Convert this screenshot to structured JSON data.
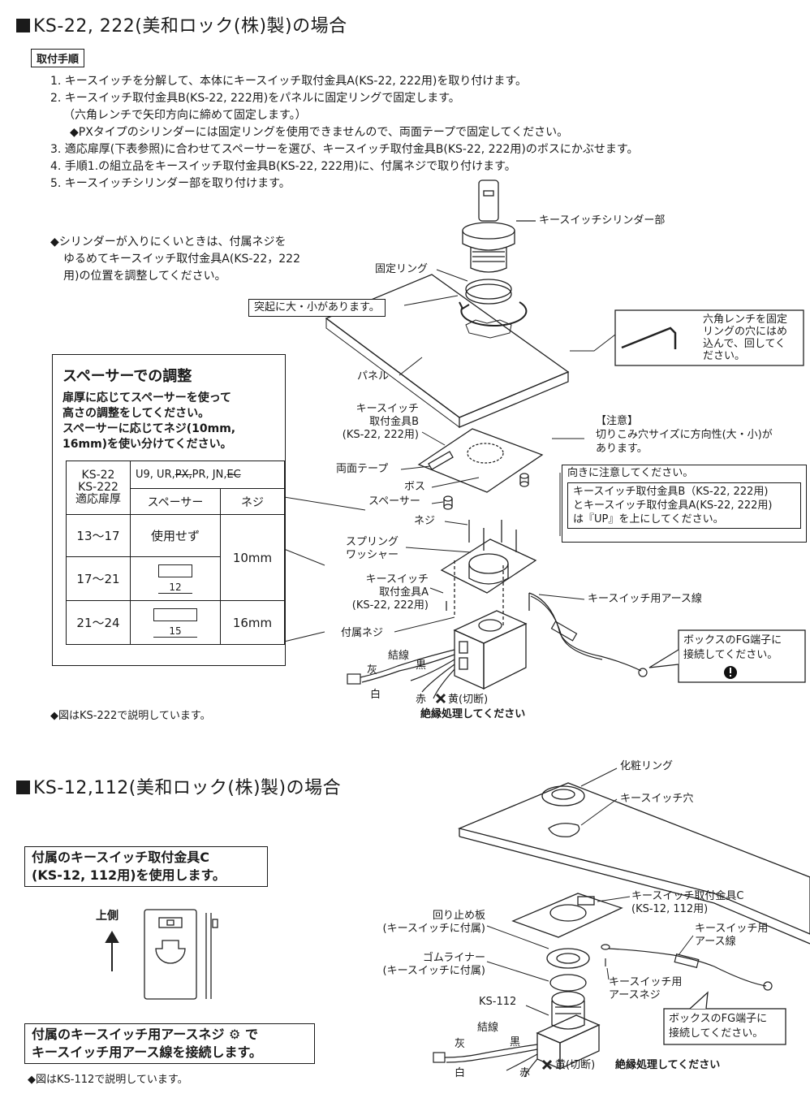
{
  "s1": {
    "title": "KS-22, 222(美和ロック(株)製)の場合",
    "proc_tag": "取付手順",
    "steps": [
      "1. キースイッチを分解して、本体にキースイッチ取付金具A(KS-22, 222用)を取り付けます。",
      "2. キースイッチ取付金具B(KS-22, 222用)をパネルに固定リングで固定します。",
      "（六角レンチで矢印方向に締めて固定します。）",
      "◆PXタイプのシリンダーには固定リングを使用できませんので、両面テープで固定してください。",
      "3. 適応扉厚(下表参照)に合わせてスペーサーを選び、キースイッチ取付金具B(KS-22, 222用)のボスにかぶせます。",
      "4. 手順1.の組立品をキースイッチ取付金具B(KS-22, 222用)に、付属ネジで取り付けます。",
      "5. キースイッチシリンダー部を取り付けます。"
    ],
    "note": [
      "◆シリンダーが入りにくいときは、付属ネジを",
      "ゆるめてキースイッチ取付金具A(KS-22，222",
      "用)の位置を調整してください。"
    ],
    "labels": {
      "cyl": "キースイッチシリンダー部",
      "ring": "固定リング",
      "bump": "突起に大・小があります。",
      "wrench": [
        "六角レンチを固定",
        "リングの穴にはめ",
        "込んで、回してく",
        "ださい。"
      ],
      "panel": "パネル",
      "bracketB": [
        "キースイッチ",
        "取付金具B",
        "(KS-22, 222用)"
      ],
      "tape": "両面テープ",
      "boss": "ボス",
      "spacer": "スペーサー",
      "screw": "ネジ",
      "spring": [
        "スプリング",
        "ワッシャー"
      ],
      "bracketA": [
        "キースイッチ",
        "取付金具A",
        "(KS-22, 222用)"
      ],
      "acc_screw": "付属ネジ",
      "ground": "キースイッチ用アース線",
      "wire_tie": "結線",
      "gray": "灰",
      "black": "黒",
      "white": "白",
      "red": "赤",
      "yellow": "黄(切断)",
      "insulate": "絶縁処理してください",
      "fig_note": "◆図はKS-222で説明しています。"
    },
    "caution_title": "【注意】",
    "caution": [
      "切りこみ穴サイズに方向性(大・小)が",
      "あります。"
    ],
    "dir_title": "向きに注意してください。",
    "dir_lines": [
      "キースイッチ取付金具B（KS-22, 222用)",
      "とキースイッチ取付金具A(KS-22, 222用)",
      "は『UP』を上にしてください。"
    ],
    "fg": [
      "ボックスのFG端子に",
      "接続してください。"
    ],
    "spacer_box": {
      "title": "スペーサーでの調整",
      "text": [
        "扉厚に応じてスペーサーを使って",
        "高さの調整をしてください。",
        "スペーサーに応じてネジ(10mm,",
        "16mm)を使い分けてください。"
      ],
      "model": [
        "KS-22",
        "KS-222"
      ],
      "types_a": "U9, UR,",
      "types_px": "PX,",
      "types_b": "PR, JN,",
      "types_ec": "EC",
      "h_thick": "適応扉厚",
      "h_spacer": "スペーサー",
      "h_screw": "ネジ",
      "rows": [
        {
          "thick": "13～17",
          "spacer": "使用せず"
        },
        {
          "thick": "17～21",
          "spacer": "12"
        },
        {
          "thick": "21～24",
          "spacer": "15"
        }
      ],
      "screw_10": "10mm",
      "screw_16": "16mm"
    }
  },
  "s2": {
    "title": "KS-12,112(美和ロック(株)製)の場合",
    "box1": [
      "付属のキースイッチ取付金具C",
      "(KS-12, 112用)を使用します。"
    ],
    "up": "上側",
    "box2": [
      "付属のキースイッチ用アースネジ",
      "で",
      "キースイッチ用アース線を接続します。"
    ],
    "fig_note": "◆図はKS-112で説明しています。",
    "labels": {
      "ring": "化粧リング",
      "hole": "キースイッチ穴",
      "bracketC": [
        "キースイッチ取付金具C",
        "(KS-12, 112用)"
      ],
      "stop": [
        "回り止め板",
        "(キースイッチに付属)"
      ],
      "ground": [
        "キースイッチ用",
        "アース線"
      ],
      "liner": [
        "ゴムライナー",
        "(キースイッチに付属)"
      ],
      "gscrew": [
        "キースイッチ用",
        "アースネジ"
      ],
      "model": "KS-112",
      "wire_tie": "結線",
      "gray": "灰",
      "black": "黒",
      "white": "白",
      "red": "赤",
      "yellow": "黄(切断)",
      "insulate": "絶縁処理してください"
    },
    "fg": [
      "ボックスのFG端子に",
      "接続してください。"
    ]
  }
}
